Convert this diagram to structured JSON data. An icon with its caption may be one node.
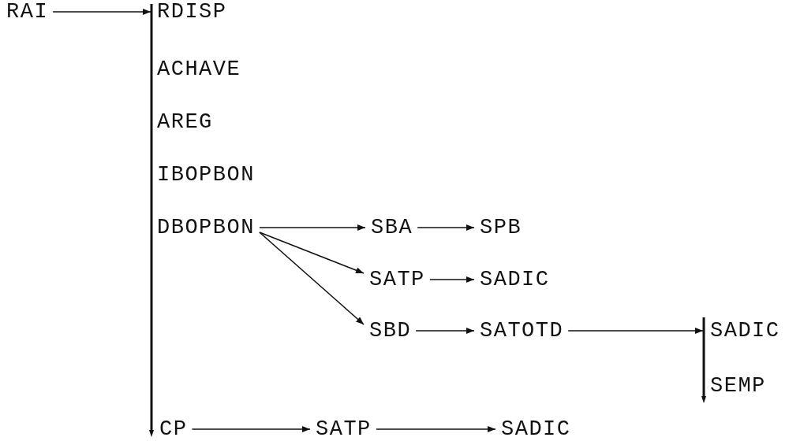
{
  "diagram": {
    "nodes": [
      {
        "text": [
          "RAI"
        ]
      },
      {
        "text": [],
        "shape": "bar"
      },
      {
        "text": [
          "RDISP"
        ]
      },
      {
        "text": [
          "ACHAVE"
        ]
      },
      {
        "text": [
          "AREG"
        ]
      },
      {
        "text": [
          "IBOPBON"
        ]
      },
      {
        "text": [
          "DBOPBON"
        ]
      },
      {
        "text": [
          "SBA"
        ]
      },
      {
        "text": [
          "SPB"
        ]
      },
      {
        "text": [
          "SATP"
        ]
      },
      {
        "text": [
          "SADIC"
        ]
      },
      {
        "text": [
          "SBD"
        ]
      },
      {
        "text": [
          "SATOTD"
        ]
      },
      {
        "text": [],
        "shape": "bar"
      },
      {
        "text": [
          "SADIC"
        ]
      },
      {
        "text": [
          "SEMP"
        ]
      },
      {
        "text": [
          "CP"
        ]
      },
      {
        "text": [
          "SATP"
        ]
      },
      {
        "text": [
          "SADIC"
        ]
      }
    ],
    "edges": [
      {
        "from": 0,
        "to": 1,
        "arrow": "to"
      },
      {
        "from": 6,
        "to": 7,
        "arrow": "to"
      },
      {
        "from": 7,
        "to": 8,
        "arrow": "to"
      },
      {
        "from": 6,
        "to": 9,
        "arrow": "to"
      },
      {
        "from": 9,
        "to": 10,
        "arrow": "to"
      },
      {
        "from": 6,
        "to": 11,
        "arrow": "to"
      },
      {
        "from": 11,
        "to": 12,
        "arrow": "to"
      },
      {
        "from": 12,
        "to": 13,
        "arrow": "to"
      },
      {
        "from": 16,
        "to": 17,
        "arrow": "to"
      },
      {
        "from": 17,
        "to": 18,
        "arrow": "to"
      }
    ]
  }
}
